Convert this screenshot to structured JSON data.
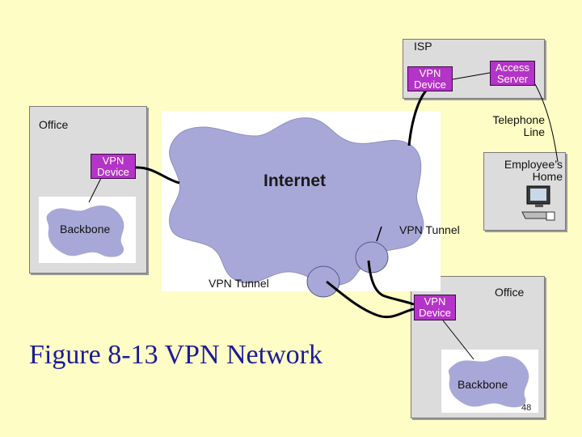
{
  "isp": {
    "label": "ISP",
    "vpn_device": "VPN\nDevice",
    "access_server": "Access\nServer"
  },
  "telephone_line": "Telephone\nLine",
  "office_left": {
    "label": "Office",
    "vpn_device": "VPN\nDevice",
    "backbone": "Backbone"
  },
  "internet": {
    "label": "Internet"
  },
  "employee_home": {
    "label": "Employee’s\nHome"
  },
  "tunnels": {
    "right": "VPN Tunnel",
    "left": "VPN Tunnel"
  },
  "office_right": {
    "label": "Office",
    "vpn_device": "VPN\nDevice",
    "backbone": "Backbone"
  },
  "caption": "Figure 8-13  VPN Network",
  "page_number": "48",
  "colors": {
    "background": "#fdfdc5",
    "box": "#dcdcdc",
    "vpn": "#b433c8",
    "cloud": "#a8a8d8",
    "caption": "#1b1b9a"
  }
}
